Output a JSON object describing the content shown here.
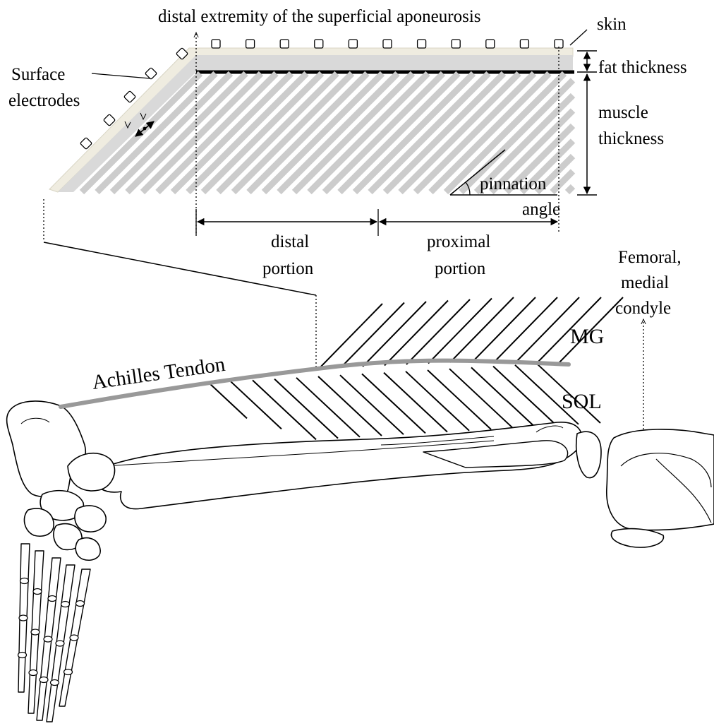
{
  "labels": {
    "aponeurosis": "distal extremity of the superficial aponeurosis",
    "skin": "skin",
    "fat_thickness": "fat thickness",
    "muscle_line1": "muscle",
    "muscle_line2": "thickness",
    "electrodes_line1": "Surface",
    "electrodes_line2": "electrodes",
    "pinnation_line1": "pinnation",
    "pinnation_line2": "angle",
    "distal_line1": "distal",
    "distal_line2": "portion",
    "proximal_line1": "proximal",
    "proximal_line2": "portion",
    "femoral_line1": "Femoral,",
    "femoral_line2": "medial",
    "femoral_line3": "condyle",
    "mg": "MG",
    "sol": "SOL",
    "achilles": "Achilles Tendon"
  },
  "colors": {
    "fat_layer": "#d9d9d9",
    "skin_edge": "#efece0",
    "fibers": "#cccccc",
    "tendon": "#999999",
    "ink": "#000000"
  }
}
